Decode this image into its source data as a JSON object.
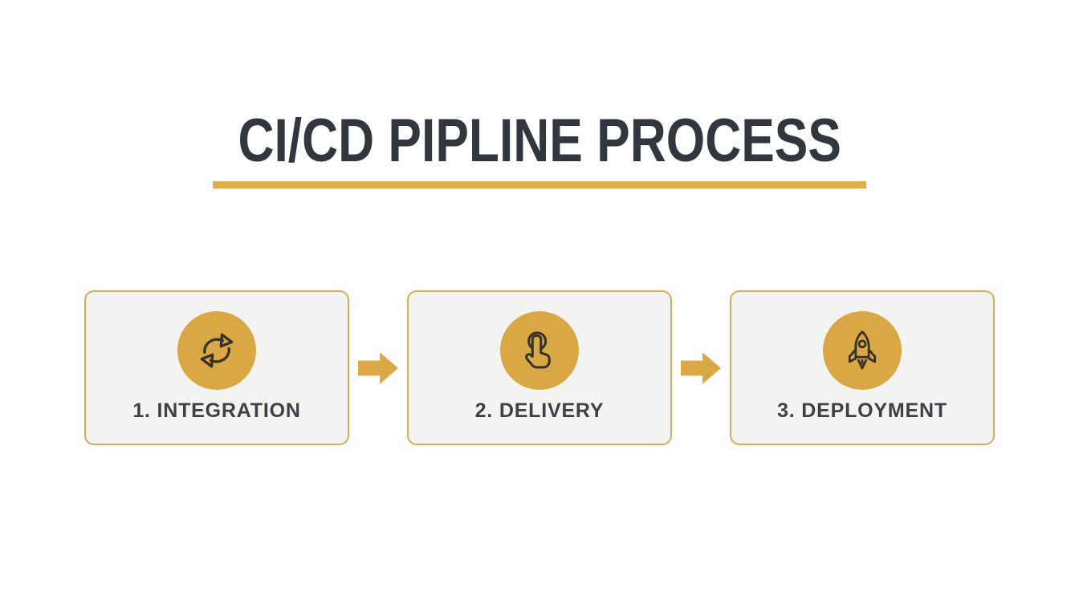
{
  "page": {
    "title": "CI/CD PIPLINE PROCESS"
  },
  "colors": {
    "accent_gold": "#D9A845",
    "border_gold": "#D3AD5E",
    "underline_gold": "#DDAE4C",
    "box_bg": "#F3F3F1",
    "title_text": "#32363D",
    "label_text": "#3D4146",
    "icon_stroke": "#363129",
    "page_bg": "#FDFDFD"
  },
  "steps": [
    {
      "label": "1. INTEGRATION",
      "icon": "sync-icon"
    },
    {
      "label": "2. DELIVERY",
      "icon": "tap-icon"
    },
    {
      "label": "3. DEPLOYMENT",
      "icon": "rocket-icon"
    }
  ],
  "connectors": [
    {
      "icon": "arrow-right-icon"
    },
    {
      "icon": "arrow-right-icon"
    }
  ]
}
